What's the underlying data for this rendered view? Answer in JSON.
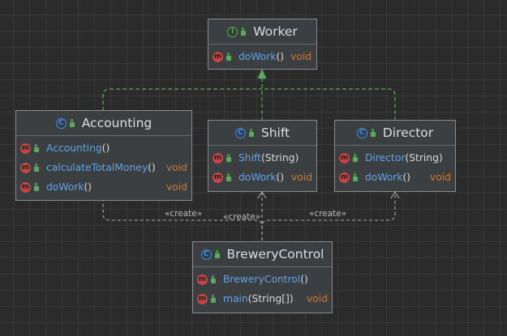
{
  "stereotype": "«create»",
  "classes": {
    "worker": {
      "kind_glyph": "I",
      "name": "Worker",
      "methods": [
        {
          "badge": "m",
          "name": "doWork",
          "args": "()",
          "return_type": "void"
        }
      ]
    },
    "accounting": {
      "kind_glyph": "C",
      "name": "Accounting",
      "methods": [
        {
          "badge": "m",
          "name": "Accounting",
          "args": "()",
          "return_type": ""
        },
        {
          "badge": "m",
          "name": "calculateTotalMoney",
          "args": "()",
          "return_type": "void"
        },
        {
          "badge": "m",
          "name": "doWork",
          "args": "()",
          "return_type": "void"
        }
      ]
    },
    "shift": {
      "kind_glyph": "C",
      "name": "Shift",
      "methods": [
        {
          "badge": "m",
          "name": "Shift",
          "args": "(String)",
          "return_type": ""
        },
        {
          "badge": "m",
          "name": "doWork",
          "args": "()",
          "return_type": "void"
        }
      ]
    },
    "director": {
      "kind_glyph": "C",
      "name": "Director",
      "methods": [
        {
          "badge": "m",
          "name": "Director",
          "args": "(String)",
          "return_type": ""
        },
        {
          "badge": "m",
          "name": "doWork",
          "args": "()",
          "return_type": "void"
        }
      ]
    },
    "brewery_control": {
      "kind_glyph": "C",
      "name": "BreweryControl",
      "methods": [
        {
          "badge": "m",
          "name": "BreweryControl",
          "args": "()",
          "return_type": ""
        },
        {
          "badge": "m",
          "name": "main",
          "args": "(String[])",
          "return_type": "void"
        }
      ]
    }
  },
  "colors": {
    "background": "#2b2b2b",
    "node_fill": "#3c3f41",
    "realization_edge": "#5fa95f",
    "dependency_edge": "#a9a9a9",
    "method_name": "#5fa3e8",
    "return_type": "#cc7832",
    "method_badge": "#c34545"
  }
}
